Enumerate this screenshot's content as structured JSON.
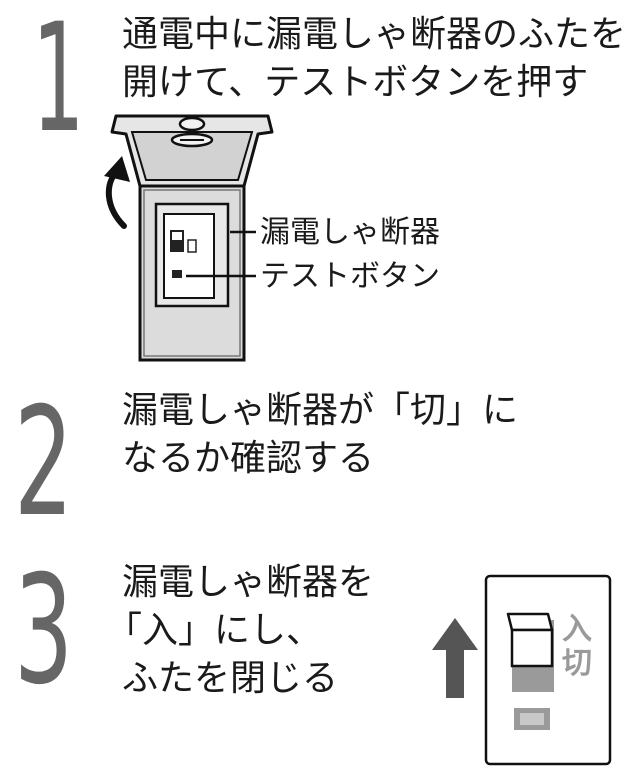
{
  "step1": {
    "number": "1",
    "line1": "通電中に漏電しゃ断器のふたを",
    "line2": "開けて、テストボタンを押す",
    "callout_breaker": "漏電しゃ断器",
    "callout_test_button": "テストボタン"
  },
  "step2": {
    "number": "2",
    "line1": "漏電しゃ断器が「切」に",
    "line2": "なるか確認する"
  },
  "step3": {
    "number": "3",
    "line1": "漏電しゃ断器を",
    "line2": "「入」にし、",
    "line3": "ふたを閉じる",
    "switch_on_label": "入",
    "switch_off_label": "切"
  },
  "colors": {
    "number_gray": "#666666",
    "panel_fill": "#dcdcdc",
    "arrow_dark": "#111111",
    "arrow_gray": "#555555"
  }
}
